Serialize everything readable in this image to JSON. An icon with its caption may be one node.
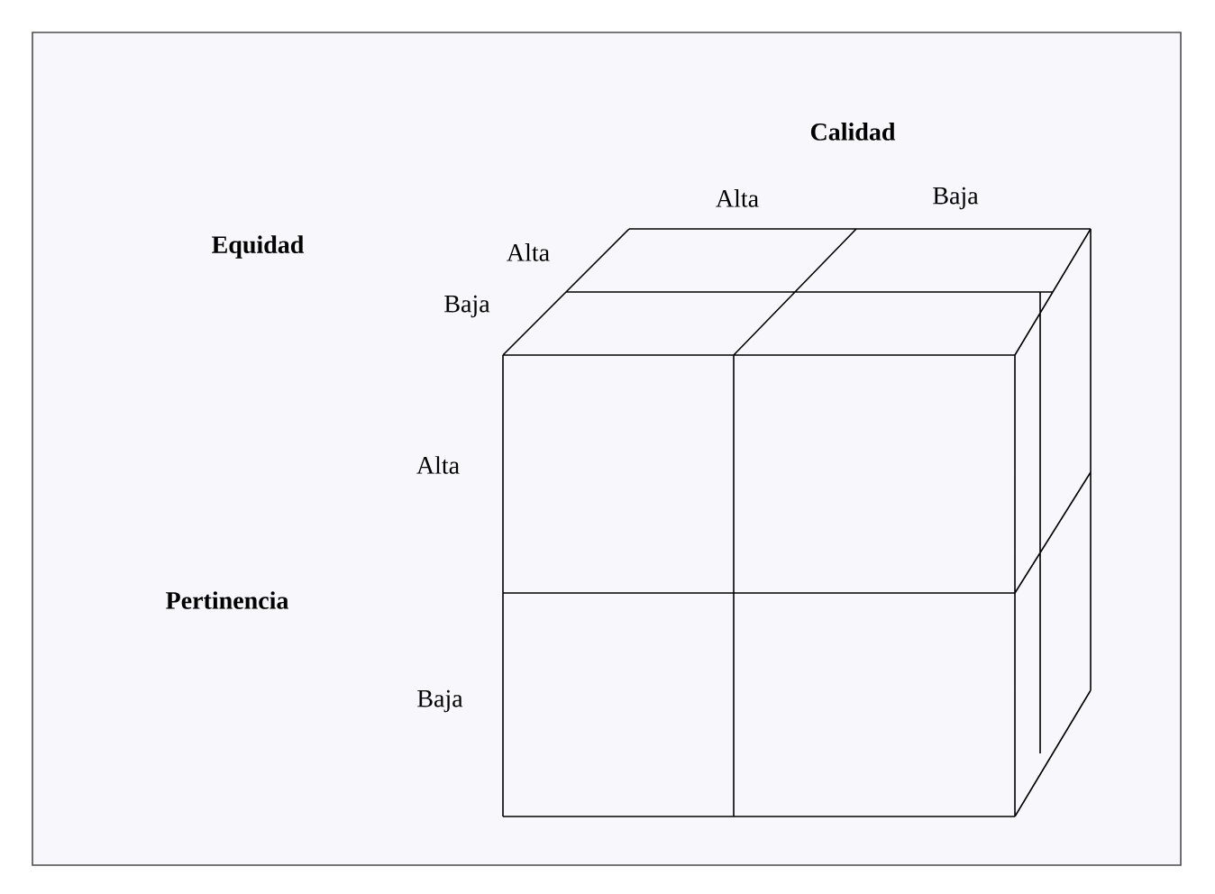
{
  "diagram": {
    "labels": [
      "Calidad",
      "Alta",
      "Baja",
      "Equidad",
      "Alta",
      "Baja",
      "Alta",
      "Pertinencia",
      "Baja"
    ]
  }
}
